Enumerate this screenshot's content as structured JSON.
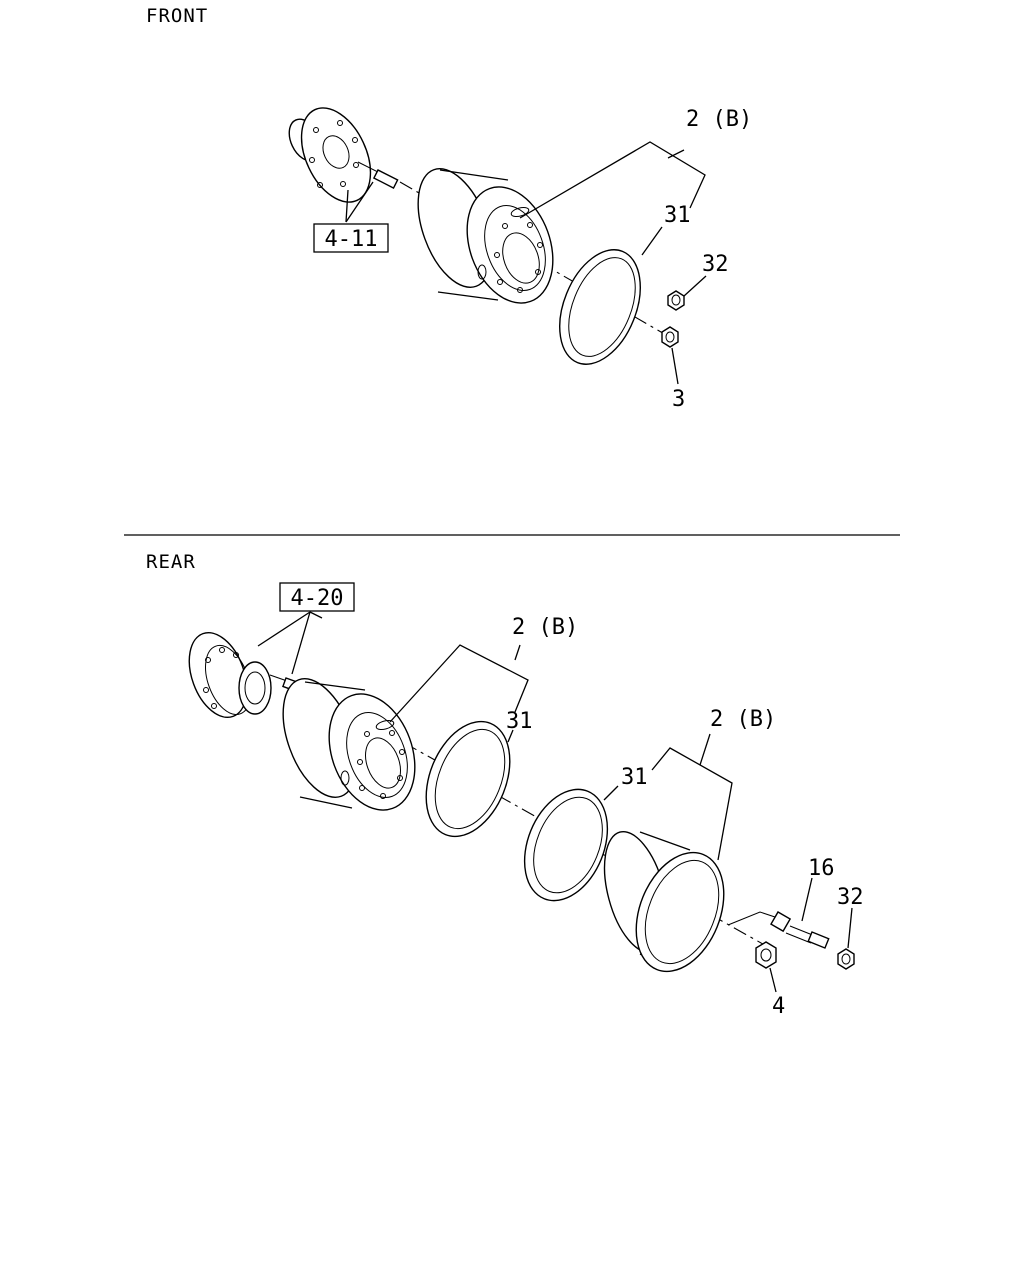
{
  "sections": {
    "front": "FRONT",
    "rear": "REAR"
  },
  "front": {
    "ref_box": "4-11",
    "callouts": {
      "wheel": "2 (B)",
      "ring": "31",
      "nut_upper": "32",
      "nut_lower": "3"
    }
  },
  "rear": {
    "ref_box": "4-20",
    "callouts": {
      "inner_wheel": "2 (B)",
      "ring_a": "31",
      "ring_b": "31",
      "outer_wheel": "2 (B)",
      "bolt": "16",
      "nut_small": "32",
      "nut_large": "4"
    }
  }
}
